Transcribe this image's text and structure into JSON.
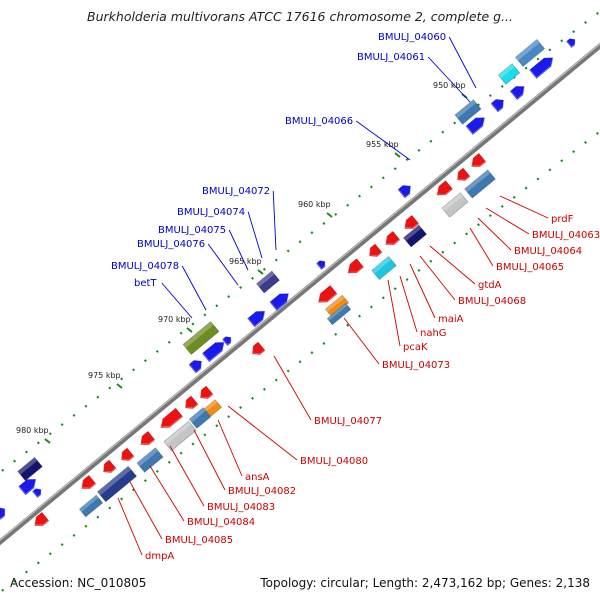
{
  "title": "Burkholderia multivorans ATCC 17616 chromosome 2, complete g...",
  "footer": {
    "accession": "Accession: NC_010805",
    "summary": "Topology: circular; Length: 2,473,162 bp; Genes: 2,138"
  },
  "colors": {
    "forward_label": "#0000cc",
    "reverse_label": "#cc0000",
    "backbone": "#777777",
    "tick_dots": "#1a8a1a",
    "gene_blue": "#1a1aee",
    "gene_red": "#ee1111"
  },
  "ticks": [
    "950 kbp",
    "955 kbp",
    "960 kbp",
    "965 kbp",
    "970 kbp",
    "975 kbp",
    "980 kbp"
  ],
  "forward_genes": [
    "BMULJ_04060",
    "BMULJ_04061",
    "BMULJ_04066",
    "BMULJ_04072",
    "BMULJ_04074",
    "BMULJ_04075",
    "BMULJ_04076",
    "BMULJ_04078",
    "betT"
  ],
  "reverse_genes": [
    "prdF",
    "BMULJ_04063",
    "BMULJ_04064",
    "BMULJ_04065",
    "gtdA",
    "BMULJ_04068",
    "maiA",
    "nahG",
    "pcaK",
    "BMULJ_04073",
    "BMULJ_04077",
    "BMULJ_04080",
    "ansA",
    "BMULJ_04082",
    "BMULJ_04083",
    "BMULJ_04084",
    "BMULJ_04085",
    "dmpA"
  ]
}
